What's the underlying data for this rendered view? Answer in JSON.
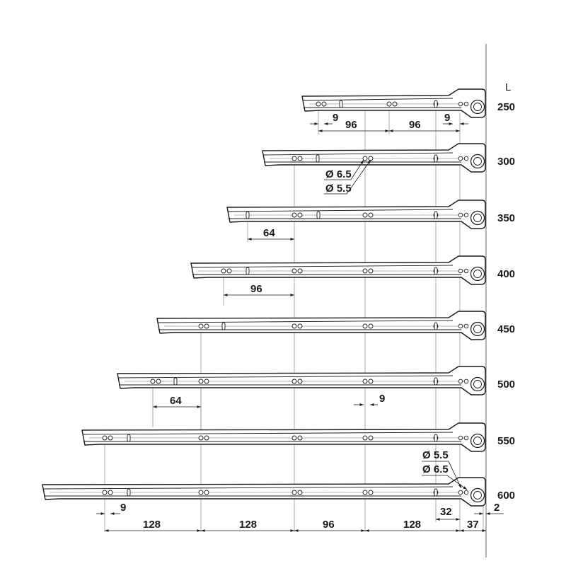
{
  "header": {
    "length_symbol": "L"
  },
  "rails": [
    {
      "length": "250"
    },
    {
      "length": "300"
    },
    {
      "length": "350"
    },
    {
      "length": "400"
    },
    {
      "length": "450"
    },
    {
      "length": "500"
    },
    {
      "length": "550"
    },
    {
      "length": "600"
    }
  ],
  "dimensions": {
    "r250_left_9": "9",
    "r250_96_a": "96",
    "r250_96_b": "96",
    "r250_right_9": "9",
    "hole_diam_large": "Ø 6.5",
    "hole_diam_small": "Ø 5.5",
    "r350_64": "64",
    "r400_96": "96",
    "r500_64": "64",
    "r500_9": "9",
    "r600_diam_small": "Ø 5.5",
    "r600_diam_large": "Ø 6.5",
    "r600_32": "32",
    "r600_2": "2",
    "r600_9": "9",
    "r600_128_a": "128",
    "r600_128_b": "128",
    "r600_96": "96",
    "r600_128_c": "128",
    "r600_37": "37"
  }
}
